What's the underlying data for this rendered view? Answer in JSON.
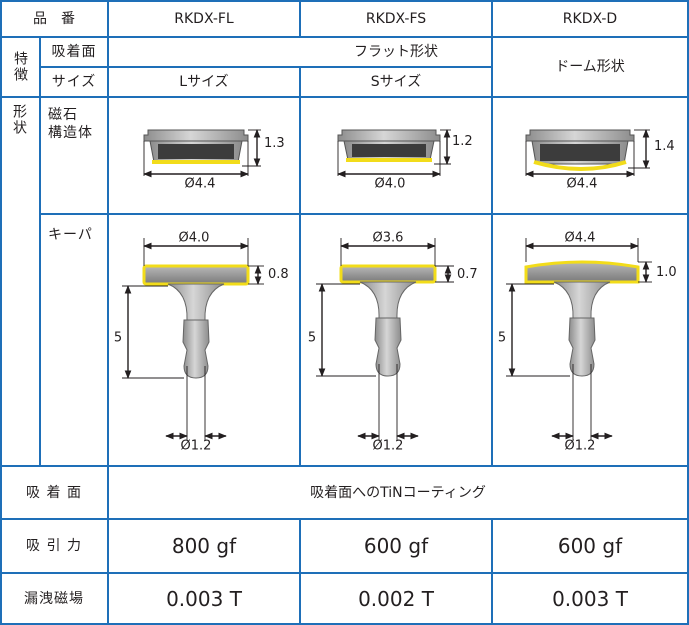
{
  "table": {
    "corner_label": "品　番",
    "models": [
      "RKDX-FL",
      "RKDX-FS",
      "RKDX-D"
    ],
    "features": {
      "group_label": "特徴",
      "attract_face_label": "吸着面",
      "flat_shape": "フラット形状",
      "dome_shape": "ドーム形状",
      "size_label": "サイズ",
      "sizes": [
        "Lサイズ",
        "Sサイズ"
      ]
    },
    "shape": {
      "group_label": "形状",
      "magnet_label": "磁石\n構造体",
      "keycap_label": "キーパ"
    },
    "attract_surface": {
      "label": "吸 着 面",
      "value": "吸着面へのTiNコーティング"
    },
    "attraction_force": {
      "label": "吸 引 力",
      "values": [
        "800 gf",
        "600 gf",
        "600 gf"
      ]
    },
    "leakage_field": {
      "label": "漏洩磁場",
      "values": [
        "0.003 T",
        "0.002 T",
        "0.003 T"
      ]
    }
  },
  "drawings": {
    "magnet": [
      {
        "diameter": "Ø4.4",
        "height": "1.3"
      },
      {
        "diameter": "Ø4.0",
        "height": "1.2"
      },
      {
        "diameter": "Ø4.4",
        "height": "1.4"
      }
    ],
    "keeper": [
      {
        "head_diameter": "Ø4.0",
        "head_height": "0.8",
        "length": "5",
        "pin_diameter": "Ø1.2"
      },
      {
        "head_diameter": "Ø3.6",
        "head_height": "0.7",
        "length": "5",
        "pin_diameter": "Ø1.2"
      },
      {
        "head_diameter": "Ø4.4",
        "head_height": "1.0",
        "length": "5",
        "pin_diameter": "Ø1.2"
      }
    ]
  },
  "colors": {
    "border": "#1e6fb8",
    "coating": "#f2dc1a",
    "metal": "#9a9a9a",
    "dark": "#3c3c3c"
  }
}
